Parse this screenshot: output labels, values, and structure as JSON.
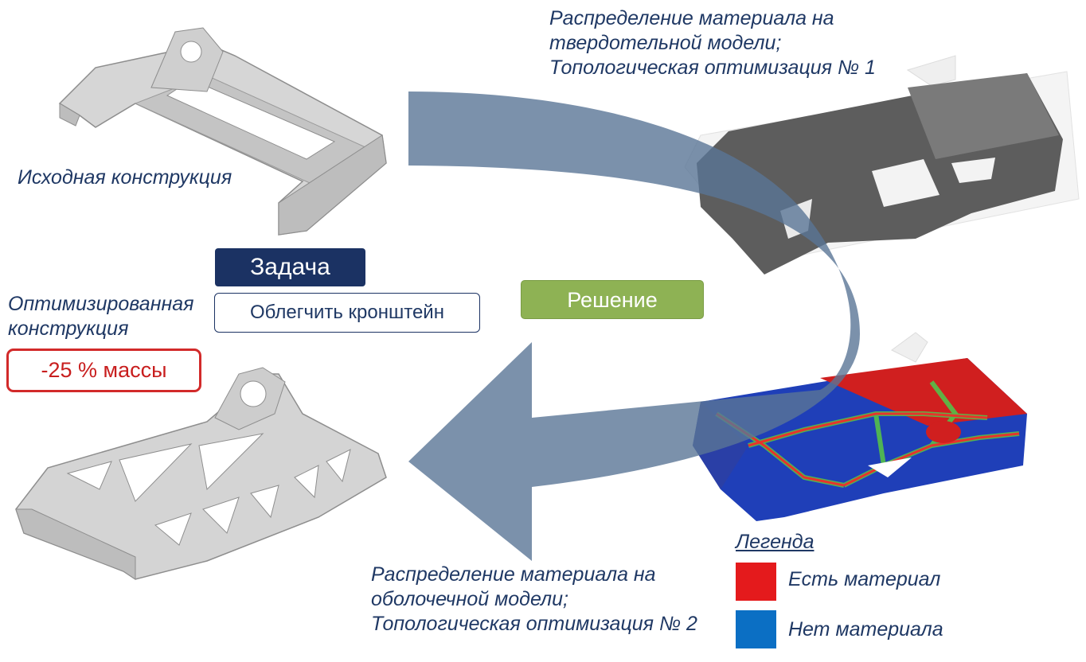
{
  "captions": {
    "original_design": "Исходная конструкция",
    "optimized_design": "Оптимизированная\nконструкция",
    "solid_model": "Распределение материала на\nтвердотельной модели;\nТопологическая оптимизация № 1",
    "shell_model": "Распределение материала на\nоболочечной модели;\nТопологическая оптимизация № 2"
  },
  "task": {
    "title": "Задача",
    "value": "Облегчить кронштейн"
  },
  "solution": {
    "label": "Решение"
  },
  "mass_reduction": "-25 % массы",
  "legend": {
    "title": "Легенда",
    "items": [
      {
        "label": "Есть материал",
        "color": "#e41a1c"
      },
      {
        "label": "Нет материала",
        "color": "#0b6fc4"
      }
    ]
  },
  "colors": {
    "caption_text": "#1f3864",
    "task_fill": "#1b3263",
    "solution_fill": "#8eb254",
    "mass_border": "#d22a2a",
    "arrow_fill": "#5a7596"
  }
}
